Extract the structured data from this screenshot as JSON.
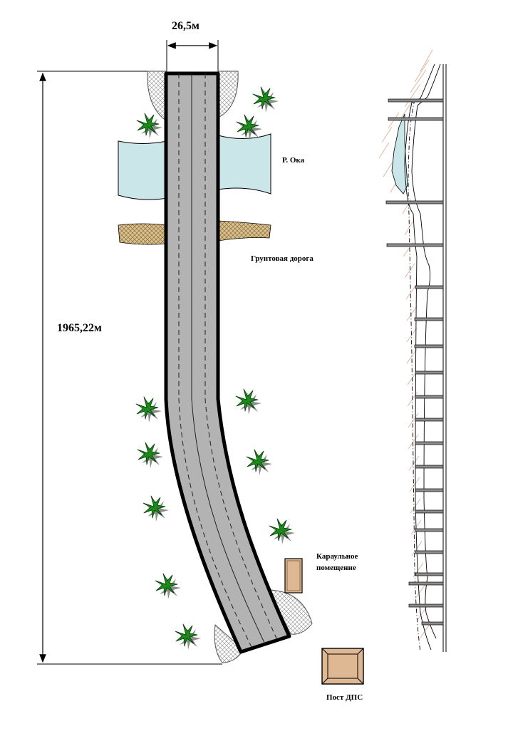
{
  "labels": {
    "width_dimension": "26,5м",
    "length_dimension": "1965,22м",
    "river": "Р. Ока",
    "dirt_road": "Грунтовая дорога",
    "guardhouse_line1": "Караульное",
    "guardhouse_line2": "помещение",
    "police_post": "Пост ДПС"
  },
  "colors": {
    "road": "#b3b3b3",
    "road_border": "#000000",
    "river": "#cbe6e8",
    "dirt_road": "#d9c28f",
    "building": "#ddb892",
    "tree_leaves": "#1a8a1a",
    "tree_shadow": "#8c8c8c",
    "profile_hatch": "#e0b8a0"
  },
  "icons": {
    "tree": "palm-tree-icon",
    "guardhouse": "guardhouse-building-icon",
    "police_post": "police-post-building-icon"
  }
}
